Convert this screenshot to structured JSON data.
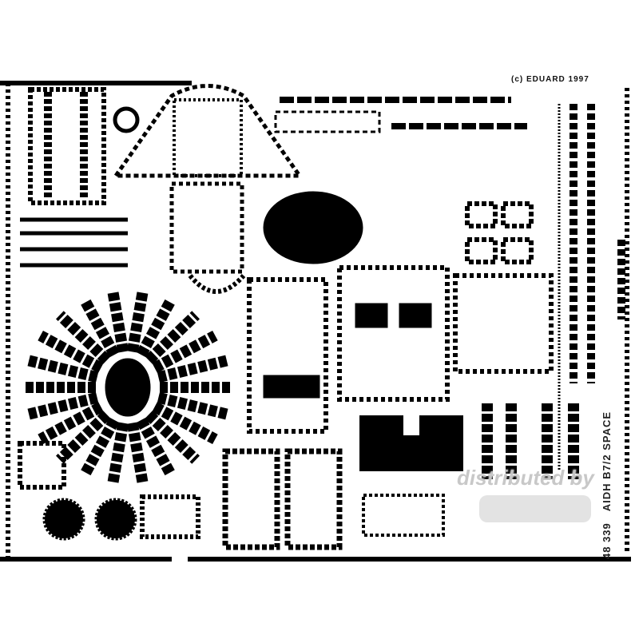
{
  "fret": {
    "copyright": "(c) EDUARD 1997",
    "set_code": "48 339",
    "set_name": "AIDH B7/2 SPACE",
    "watermark": "distributed by",
    "ink_color": "#000000",
    "background_color": "#ffffff"
  }
}
